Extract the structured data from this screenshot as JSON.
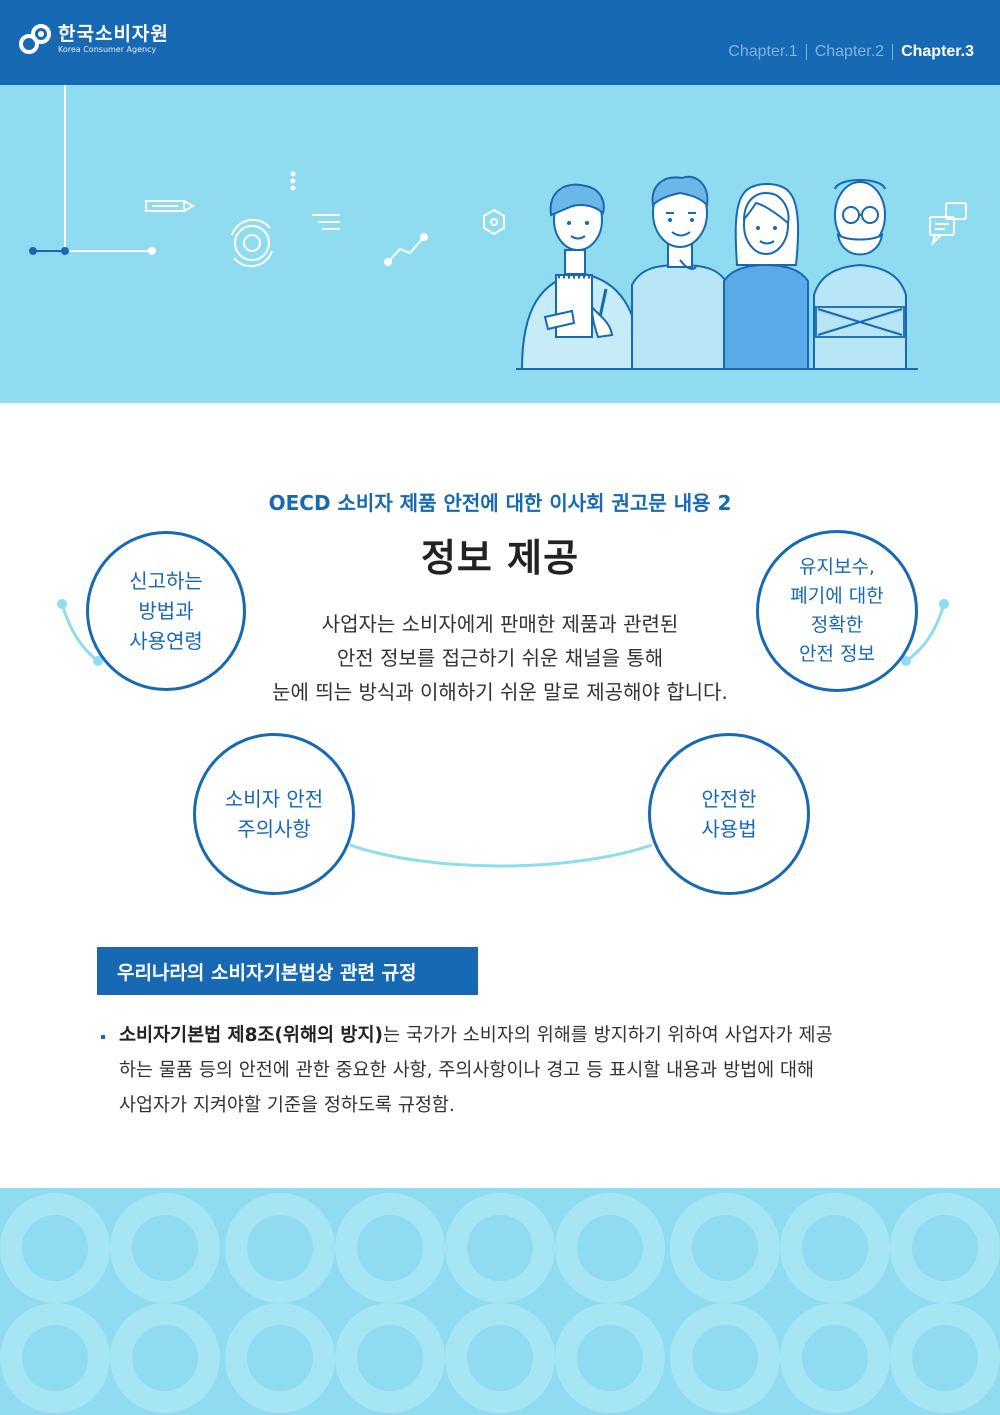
{
  "header": {
    "org_name_ko": "한국소비자원",
    "org_name_en": "Korea Consumer Agency",
    "chapters": [
      {
        "label": "Chapter.1",
        "active": false
      },
      {
        "label": "Chapter.2",
        "active": false
      },
      {
        "label": "Chapter.3",
        "active": true
      }
    ]
  },
  "hero": {
    "illustration": "four-people-with-notepad-and-business-icons"
  },
  "main": {
    "subtitle": "OECD 소비자 제품 안전에 대한 이사회 권고문 내용 2",
    "title": "정보 제공",
    "description": [
      "사업자는 소비자에게 판매한 제품과 관련된",
      "안전 정보를 접근하기 쉬운 채널을 통해",
      "눈에 띄는 방식과 이해하기 쉬운 말로 제공해야 합니다."
    ],
    "circles": [
      {
        "lines": [
          "신고하는",
          "방법과",
          "사용연령"
        ]
      },
      {
        "lines": [
          "유지보수,",
          "폐기에 대한",
          "정확한",
          "안전 정보"
        ]
      },
      {
        "lines": [
          "소비자 안전",
          "주의사항"
        ]
      },
      {
        "lines": [
          "안전한",
          "사용법"
        ]
      }
    ]
  },
  "regulation": {
    "heading": "우리나라의 소비자기본법상 관련 규정",
    "bold": "소비자기본법 제8조(위해의 방지)",
    "line1": "는 국가가 소비자의 위해를 방지하기 위하여 사업자가 제공",
    "line2": "하는 물품 등의 안전에 관한 중요한 사항, 주의사항이나 경고 등 표시할 내용과 방법에 대해",
    "line3": "사업자가 지켜야할 기준을 정하도록 규정함."
  },
  "colors": {
    "brand_blue": "#1769b3",
    "light_cyan": "#8fdcf0",
    "connector_cyan": "#8fdcf0"
  }
}
